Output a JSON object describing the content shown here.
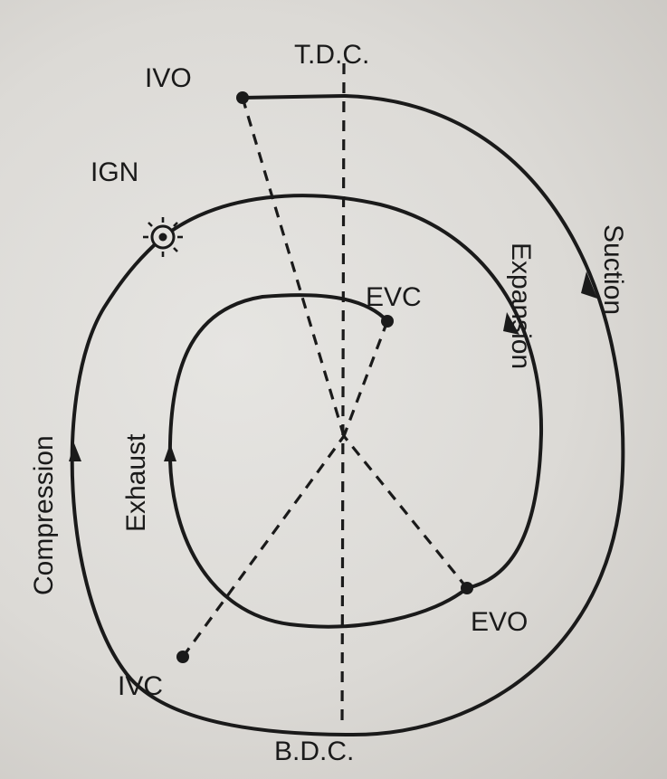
{
  "labels": {
    "tdc": "T.D.C.",
    "bdc": "B.D.C.",
    "ivo": "IVO",
    "ign": "IGN",
    "evc": "EVC",
    "evo": "EVO",
    "ivc": "IVC",
    "suction": "Suction",
    "expansion": "Expansion",
    "compression": "Compression",
    "exhaust": "Exhaust"
  },
  "colors": {
    "ink": "#1a1a1a",
    "paper": "#dcdad6"
  },
  "icons": {
    "ignition": "spark-icon"
  }
}
